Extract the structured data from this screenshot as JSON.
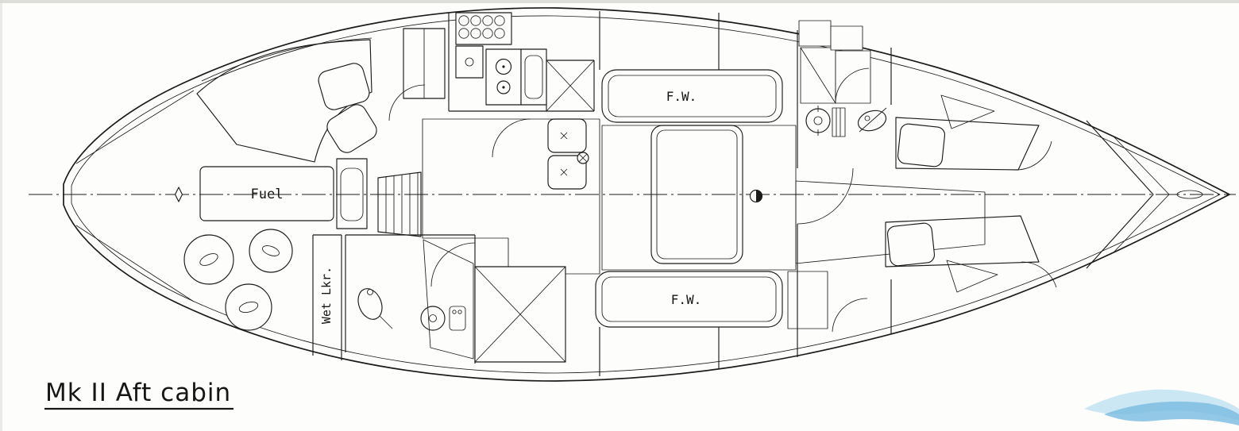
{
  "drawing": {
    "title": "Mk II Aft cabin",
    "labels": {
      "fuel_tank": "Fuel",
      "wet_locker": "Wet Lkr.",
      "fresh_water_tank_port": "F.W.",
      "fresh_water_tank_starboard": "F.W."
    }
  },
  "colors": {
    "ink": "#1b1b1b",
    "paper": "#fdfdfb",
    "watermark_light": "#a9d8ef",
    "watermark_dark": "#62b1dc"
  }
}
